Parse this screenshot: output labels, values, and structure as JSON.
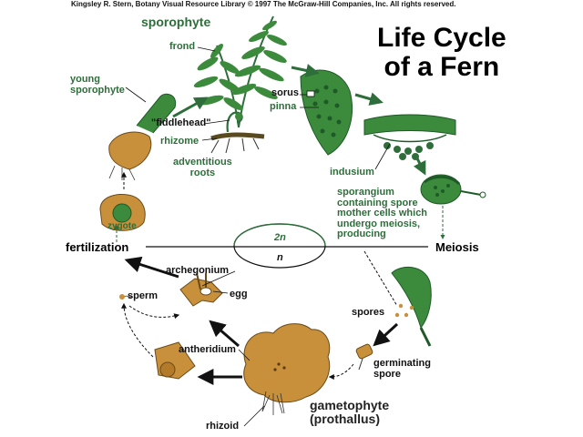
{
  "credit": "Kingsley R. Stern, Botany Visual Resource Library © 1997 The McGraw-Hill Companies, Inc. All rights reserved.",
  "title_line1": "Life Cycle",
  "title_line2": "of a Fern",
  "labels": {
    "sporophyte": "sporophyte",
    "frond": "frond",
    "young_sporophyte_1": "young",
    "young_sporophyte_2": "sporophyte",
    "fiddlehead": "\"fiddlehead\"",
    "rhizome": "rhizome",
    "adventitious_1": "adventitious",
    "adventitious_2": "roots",
    "sorus": "sorus",
    "pinna": "pinna",
    "indusium": "indusium",
    "sporangium_1": "sporangium",
    "sporangium_2": "containing spore",
    "sporangium_3": "mother cells which",
    "sporangium_4": "undergo meiosis,",
    "sporangium_5": "producing",
    "zygote": "zygote",
    "fertilization": "fertilization",
    "meiosis": "Meiosis",
    "diploid": "2n",
    "haploid": "n",
    "archegonium": "archegonium",
    "egg": "egg",
    "sperm": "sperm",
    "antheridium": "antheridium",
    "spores": "spores",
    "germinating_1": "germinating",
    "germinating_2": "spore",
    "gametophyte_1": "gametophyte",
    "gametophyte_2": "(prothallus)",
    "rhizoid": "rhizoid"
  },
  "colors": {
    "green": "#2e6e3a",
    "leaf_green": "#3c8a3c",
    "tan": "#c8903a",
    "dark": "#111111"
  }
}
